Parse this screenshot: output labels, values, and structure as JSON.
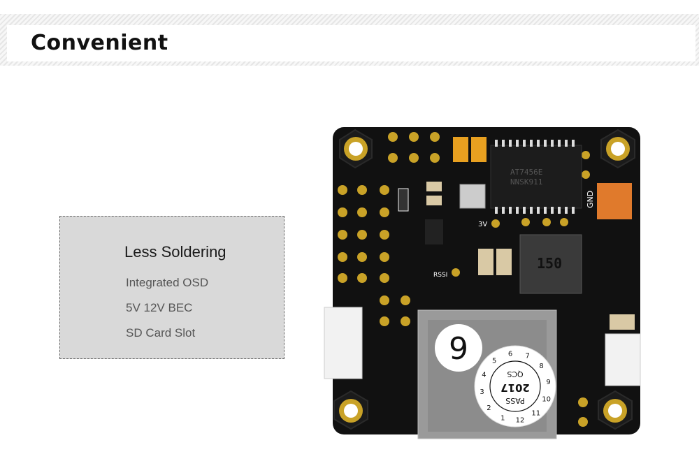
{
  "banner": {
    "title": "Convenient"
  },
  "feature_box": {
    "heading": "Less Soldering",
    "items": [
      "Integrated OSD",
      "5V 12V BEC",
      "SD Card Slot"
    ]
  },
  "board": {
    "silkscreen": {
      "gnd": "GND",
      "v3": "3V",
      "rssi": "RSSI",
      "osd_chip_line1": "AT7456E",
      "osd_chip_line2": "NNSK911",
      "inductor": "150"
    },
    "sd_label": {
      "number": "9",
      "pass": "PASS",
      "year": "2017",
      "qc": "QCS",
      "dial": [
        "1",
        "2",
        "3",
        "4",
        "5",
        "6",
        "7",
        "8",
        "9",
        "10",
        "11",
        "12"
      ]
    }
  },
  "colors": {
    "pcb": "#111111",
    "pad_gold": "#c9a227",
    "orange_pad": "#e07a2c",
    "connector": "#f2f2f2"
  }
}
